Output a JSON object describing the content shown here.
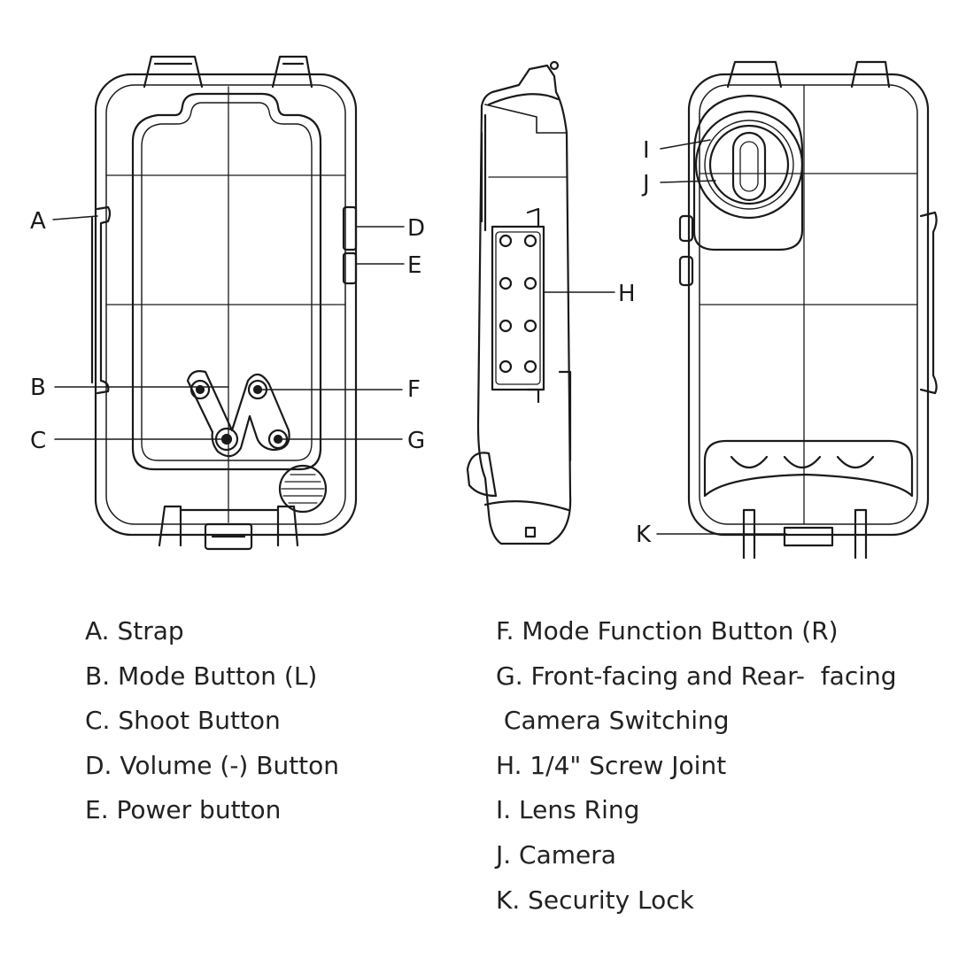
{
  "callouts": {
    "A": "A",
    "B": "B",
    "C": "C",
    "D": "D",
    "E": "E",
    "F": "F",
    "G": "G",
    "H": "H",
    "I": "I",
    "J": "J",
    "K": "K"
  },
  "legend": {
    "left": [
      "A. Strap",
      "B. Mode Button (L)",
      "C. Shoot Button",
      "D. Volume (-) Button",
      "E. Power button"
    ],
    "right": [
      "F. Mode Function Button (R)",
      "G. Front-facing and Rear-  facing",
      " Camera Switching",
      "H. 1/4\" Screw Joint",
      "I. Lens Ring",
      "J. Camera",
      "K. Security Lock"
    ]
  },
  "colors": {
    "line": "#1a1a1a",
    "background": "#ffffff"
  }
}
